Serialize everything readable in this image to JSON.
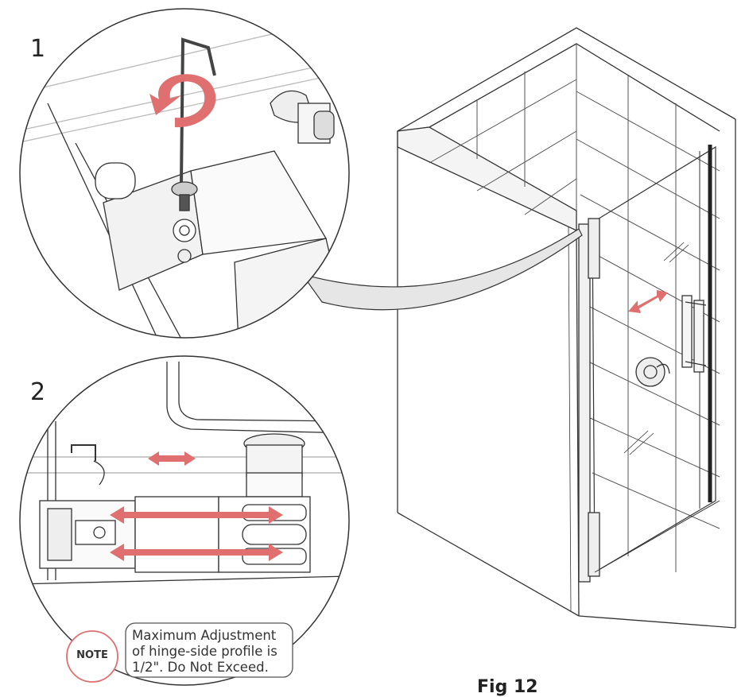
{
  "labels": {
    "step_1": "1",
    "step_2": "2"
  },
  "note": {
    "badge": "NOTE",
    "lines": [
      "Maximum Adjustment",
      "of hinge-side profile is",
      "1/2\".  Do Not Exceed."
    ]
  },
  "figure_caption": "Fig 12",
  "colors": {
    "arrow": "#e07070",
    "line": "#333333",
    "tile_shade": "#cfcfcf",
    "callout_fill": "#e6e6e6"
  },
  "icons": {
    "rotation": "rotate-arrow-icon",
    "slide": "double-arrow-icon"
  }
}
